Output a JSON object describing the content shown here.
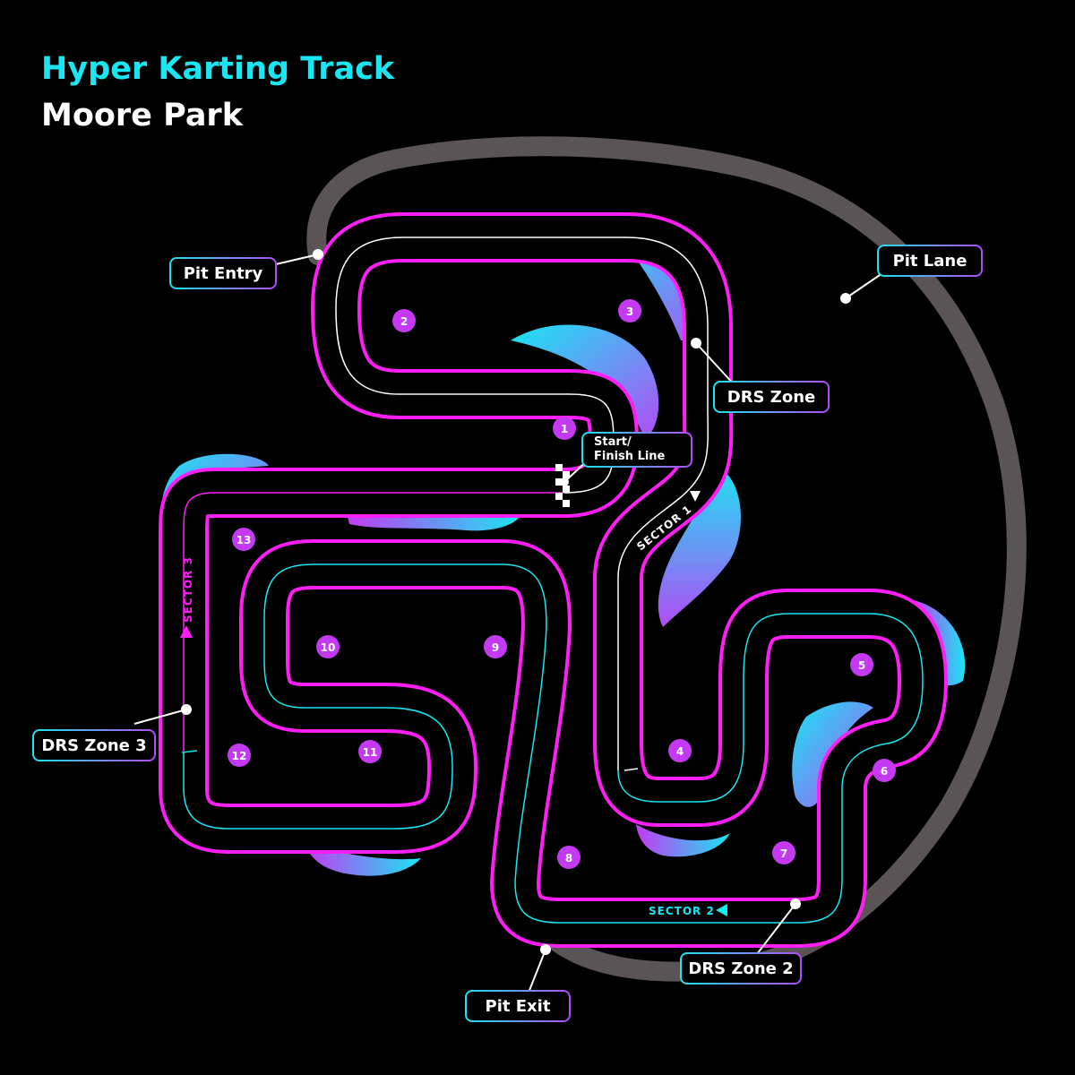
{
  "title": {
    "line1": "Hyper Karting Track",
    "line2": "Moore Park"
  },
  "labels": {
    "pit_entry": "Pit Entry",
    "pit_lane": "Pit Lane",
    "drs_zone": "DRS Zone",
    "start_finish_1": "Start/",
    "start_finish_2": "Finish Line",
    "drs_zone_2": "DRS Zone 2",
    "drs_zone_3": "DRS Zone 3",
    "pit_exit": "Pit Exit"
  },
  "sectors": {
    "s1": "SECTOR 1",
    "s2": "SECTOR 2",
    "s3": "SECTOR 3"
  },
  "turns": [
    "1",
    "2",
    "3",
    "4",
    "5",
    "6",
    "7",
    "8",
    "9",
    "10",
    "11",
    "12",
    "13"
  ],
  "colors": {
    "track_edge": "#ff1ef5",
    "title_accent": "#19e6f2",
    "pit_lane": "#5a5456",
    "racing_line_sector1": "#ffffff",
    "racing_line_sector2": "#19e6f2",
    "racing_line_sector3": "#ff1ef5",
    "turn_marker": "#c33af2"
  }
}
